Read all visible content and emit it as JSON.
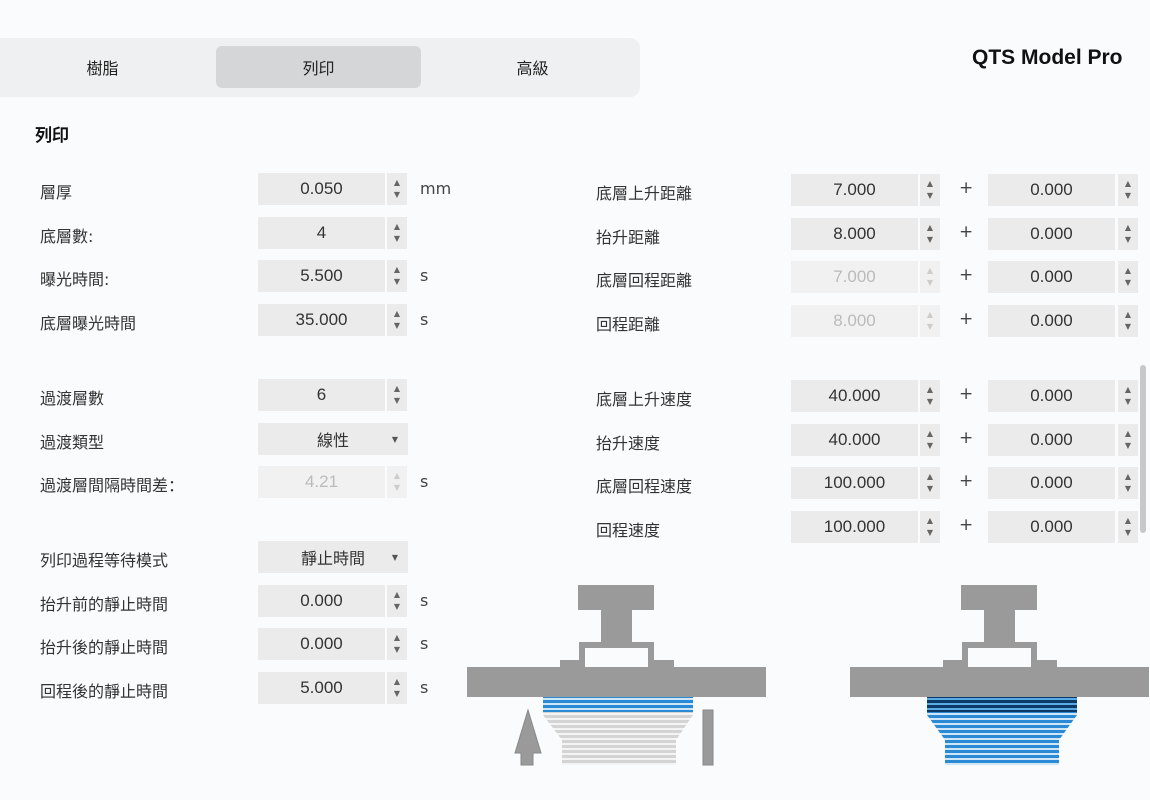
{
  "tabs": [
    {
      "label": "樹脂"
    },
    {
      "label": "列印",
      "active": true
    },
    {
      "label": "高級"
    }
  ],
  "brand": "QTS Model Pro",
  "section_title": "列印",
  "left_fields": [
    {
      "label": "層厚",
      "value": "0.050",
      "unit": "mm"
    },
    {
      "label": "底層數:",
      "value": "4",
      "unit": ""
    },
    {
      "label": "曝光時間:",
      "value": "5.500",
      "unit": "s"
    },
    {
      "label": "底層曝光時間",
      "value": "35.000",
      "unit": "s"
    },
    {
      "label": "過渡層數",
      "value": "6",
      "unit": ""
    },
    {
      "label": "過渡類型",
      "value": "線性",
      "type": "select"
    },
    {
      "label": "過渡層間隔時間差：",
      "value": "4.21",
      "unit": "s",
      "disabled": true
    },
    {
      "label": "列印過程等待模式",
      "value": "靜止時間",
      "type": "select"
    },
    {
      "label": "抬升前的靜止時間",
      "value": "0.000",
      "unit": "s"
    },
    {
      "label": "抬升後的靜止時間",
      "value": "0.000",
      "unit": "s"
    },
    {
      "label": "回程後的靜止時間",
      "value": "5.000",
      "unit": "s"
    }
  ],
  "right_fields": [
    {
      "label": "底層上升距離",
      "value": "7.000",
      "extra": "0.000"
    },
    {
      "label": "抬升距離",
      "value": "8.000",
      "extra": "0.000"
    },
    {
      "label": "底層回程距離",
      "value": "7.000",
      "extra": "0.000",
      "disabled": true
    },
    {
      "label": "回程距離",
      "value": "8.000",
      "extra": "0.000",
      "disabled": true
    },
    {
      "label": "底層上升速度",
      "value": "40.000",
      "extra": "0.000"
    },
    {
      "label": "抬升速度",
      "value": "40.000",
      "extra": "0.000"
    },
    {
      "label": "底層回程速度",
      "value": "100.000",
      "extra": "0.000"
    },
    {
      "label": "回程速度",
      "value": "100.000",
      "extra": "0.000"
    }
  ],
  "plus_sign": "+",
  "colors": {
    "gray": "#9a9a9a",
    "blue": "#2a8ad6",
    "dark_blue": "#0b3a66",
    "light_layer": "#d4d4d4"
  }
}
